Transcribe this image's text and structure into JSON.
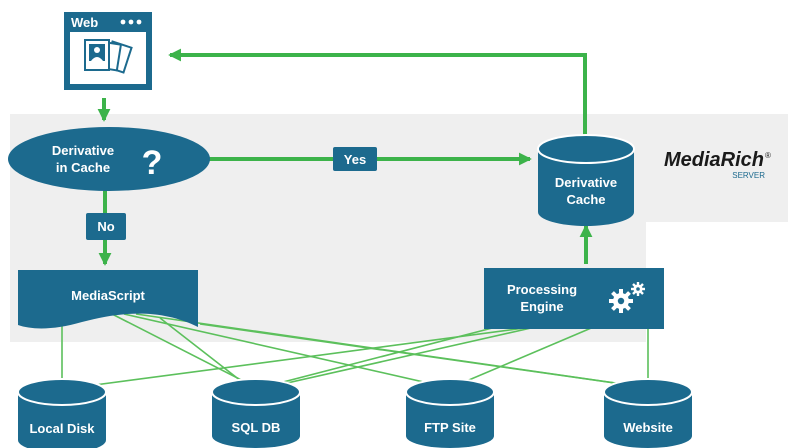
{
  "colors": {
    "node_fill": "#1c6a8e",
    "node_dark": "#154f6c",
    "arrow_green": "#3cb34a",
    "line_green": "#5cc05c",
    "panel_gray": "#efefef",
    "text_white": "#ffffff",
    "brand_dark": "#1a1a1a",
    "brand_accent": "#1c6a8e"
  },
  "web": {
    "label": "Web",
    "icon": "web-page-image-icon"
  },
  "decision": {
    "line1": "Derivative",
    "line2": "in Cache",
    "icon": "question-mark-icon"
  },
  "yes_label": "Yes",
  "no_label": "No",
  "derivative_cache": {
    "line1": "Derivative",
    "line2": "Cache"
  },
  "brand": {
    "name": "MediaRich",
    "mark": "®",
    "sub": "SERVER"
  },
  "mediascript": {
    "label": "MediaScript"
  },
  "processing_engine": {
    "line1": "Processing",
    "line2": "Engine",
    "icon": "gears-icon"
  },
  "sources": [
    {
      "label": "Local Disk"
    },
    {
      "label": "SQL DB"
    },
    {
      "label": "FTP Site"
    },
    {
      "label": "Website"
    }
  ]
}
